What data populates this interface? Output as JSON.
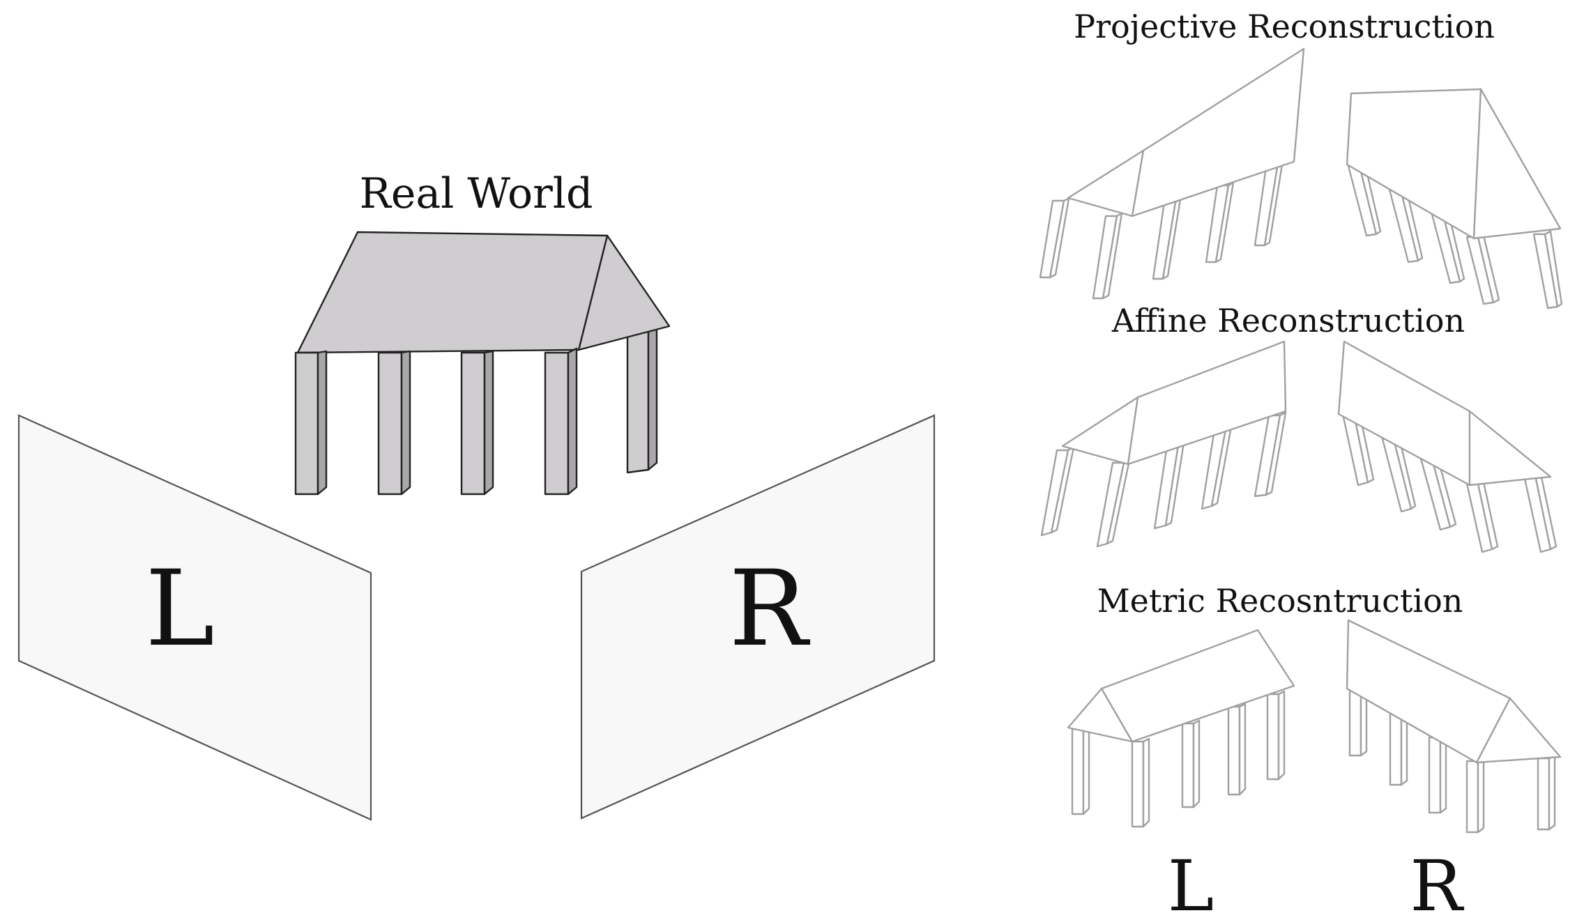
{
  "figure": {
    "real_world": {
      "title": "Real World",
      "left_plane_label": "L",
      "right_plane_label": "R"
    },
    "reconstructions": [
      {
        "title": "Projective Reconstruction"
      },
      {
        "title": "Affine Reconstruction"
      },
      {
        "title": "Metric Recosntruction"
      }
    ],
    "bottom_labels": {
      "left": "L",
      "right": "R"
    }
  },
  "colors": {
    "plane_fill": "#f8f8f8",
    "plane_stroke": "#555555",
    "roof_fill": "#cfcdcf",
    "column_front": "#cfcdcf",
    "column_side": "#a9a7a9",
    "outline_dark": "#222222",
    "reconstruction_stroke": "#a0a0a0",
    "text": "#111111"
  }
}
